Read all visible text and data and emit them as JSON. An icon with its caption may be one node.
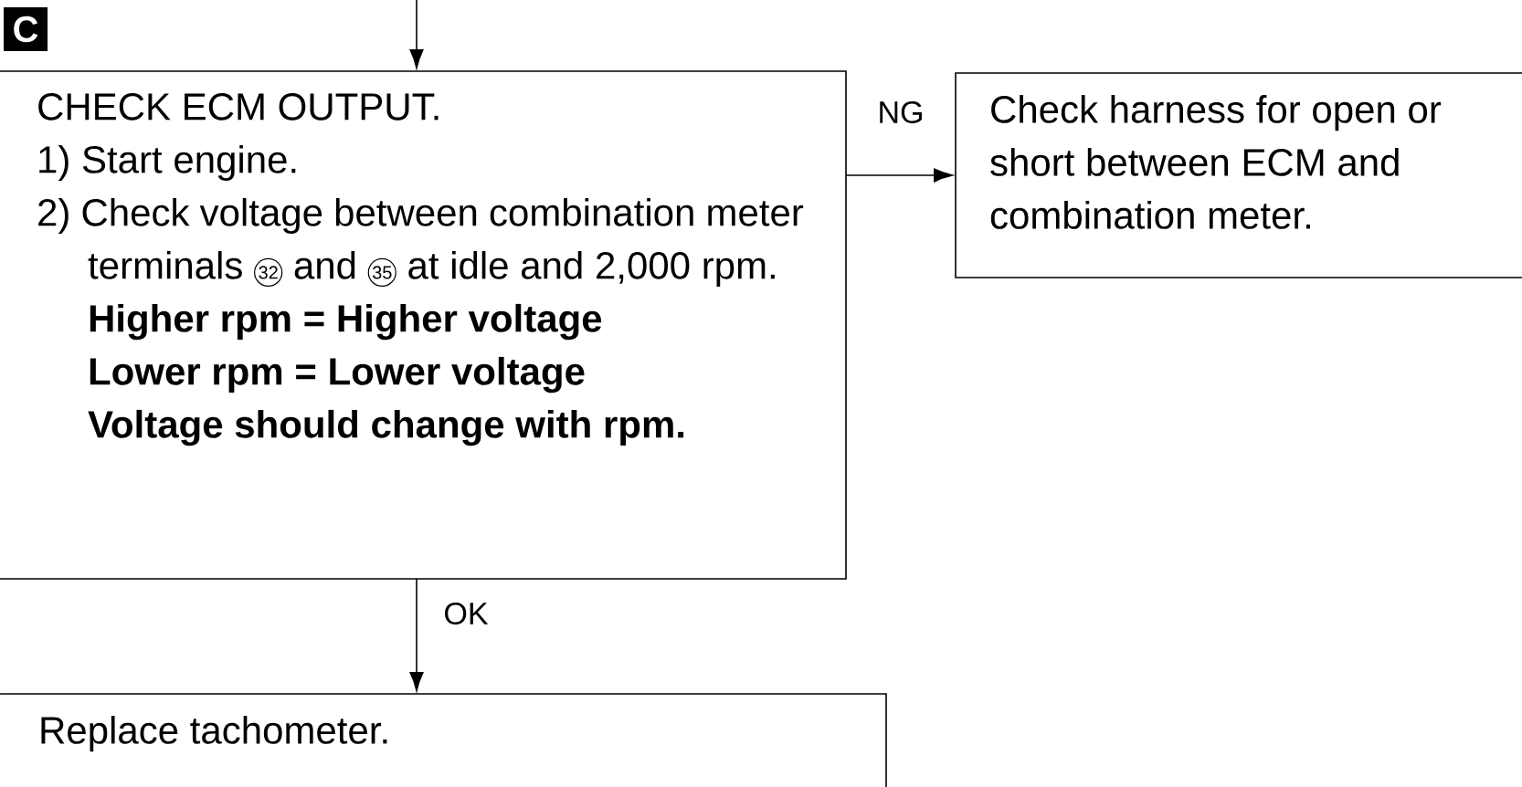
{
  "diagram": {
    "nodes": [
      {
        "text": [
          "CHECK ECM OUTPUT.",
          "1) Start engine.",
          "2) Check voltage between combination meter terminals",
          "32",
          "and",
          "35",
          "at idle and 2,000 rpm.",
          "Higher rpm = Higher voltage",
          "Lower rpm = Lower voltage",
          "Voltage should change with rpm."
        ],
        "beside": [
          "C"
        ]
      },
      {
        "text": [
          "Check harness for open or short between ECM and combination meter."
        ]
      },
      {
        "text": [
          "Replace tachometer."
        ]
      }
    ],
    "edges": [
      {
        "from": null,
        "to": 0,
        "arrow": "to"
      },
      {
        "from": 0,
        "to": 1,
        "arrow": "to",
        "label": "NG"
      },
      {
        "from": 0,
        "to": 2,
        "arrow": "to",
        "label": "OK"
      }
    ]
  }
}
